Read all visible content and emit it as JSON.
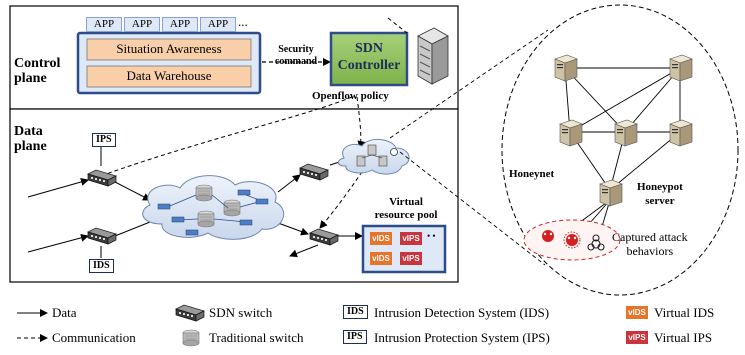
{
  "control_plane": {
    "title_line1": "Control",
    "title_line2": "plane",
    "apps": [
      "APP",
      "APP",
      "APP",
      "APP"
    ],
    "apps_ellipsis": "...",
    "situation_awareness": "Situation Awareness",
    "data_warehouse": "Data Warehouse",
    "security_command_line1": "Security",
    "security_command_line2": "command",
    "sdn_controller_line1": "SDN",
    "sdn_controller_line2": "Controller",
    "openflow_policy": "Openflow policy"
  },
  "data_plane": {
    "title_line1": "Data",
    "title_line2": "plane",
    "ips_label": "IPS",
    "ids_label": "IDS",
    "virtual_pool_line1": "Virtual",
    "virtual_pool_line2": "resource pool",
    "vids": "vIDS",
    "vips": "vIPS",
    "pool_dots": "• •"
  },
  "honeynet": {
    "honeynet_label": "Honeynet",
    "honeypot_line1": "Honeypot",
    "honeypot_line2": "server",
    "captured_line1": "Captured attack",
    "captured_line2": "behaviors"
  },
  "legend": {
    "data": "Data",
    "communication": "Communication",
    "sdn_switch": "SDN switch",
    "traditional_switch": "Traditional switch",
    "ids_box": "IDS",
    "ids_text": "Intrusion Detection System (IDS)",
    "ips_box": "IPS",
    "ips_text": "Intrusion Protection System (IPS)",
    "vids_chip": "vIDS",
    "vids_text": "Virtual IDS",
    "vips_chip": "vIPS",
    "vips_text": "Virtual IPS"
  },
  "colors": {
    "accent_blue": "#2c4d8a",
    "sdn_green": "#8fc15a",
    "warehouse_fill": "#f8cfa8",
    "vids_orange": "#e8742a",
    "vips_red": "#c9343d",
    "honeynet_red": "#d62020"
  }
}
